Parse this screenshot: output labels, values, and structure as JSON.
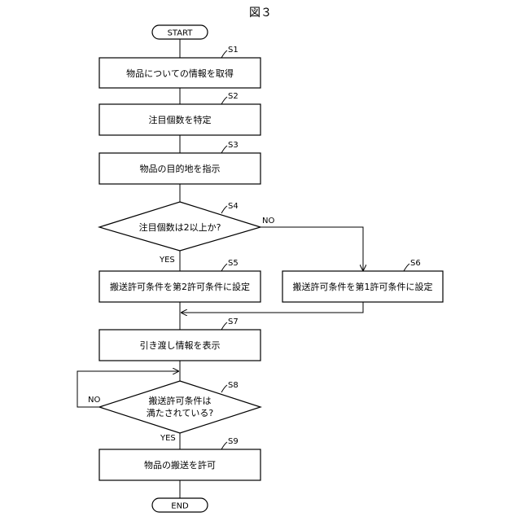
{
  "figure_label": "図３",
  "nodes": {
    "start": "START",
    "end": "END",
    "s1": {
      "id": "S1",
      "text": "物品についての情報を取得"
    },
    "s2": {
      "id": "S2",
      "text": "注目個数を特定"
    },
    "s3": {
      "id": "S3",
      "text": "物品の目的地を指示"
    },
    "s4": {
      "id": "S4",
      "text": "注目個数は2以上か?"
    },
    "s5": {
      "id": "S5",
      "text": "搬送許可条件を第2許可条件に設定"
    },
    "s6": {
      "id": "S6",
      "text": "搬送許可条件を第1許可条件に設定"
    },
    "s7": {
      "id": "S7",
      "text": "引き渡し情報を表示"
    },
    "s8": {
      "id": "S8",
      "text_line1": "搬送許可条件は",
      "text_line2": "満たされている?"
    },
    "s9": {
      "id": "S9",
      "text": "物品の搬送を許可"
    }
  },
  "edges": {
    "s4_yes": "YES",
    "s4_no": "NO",
    "s8_yes": "YES",
    "s8_no": "NO"
  }
}
